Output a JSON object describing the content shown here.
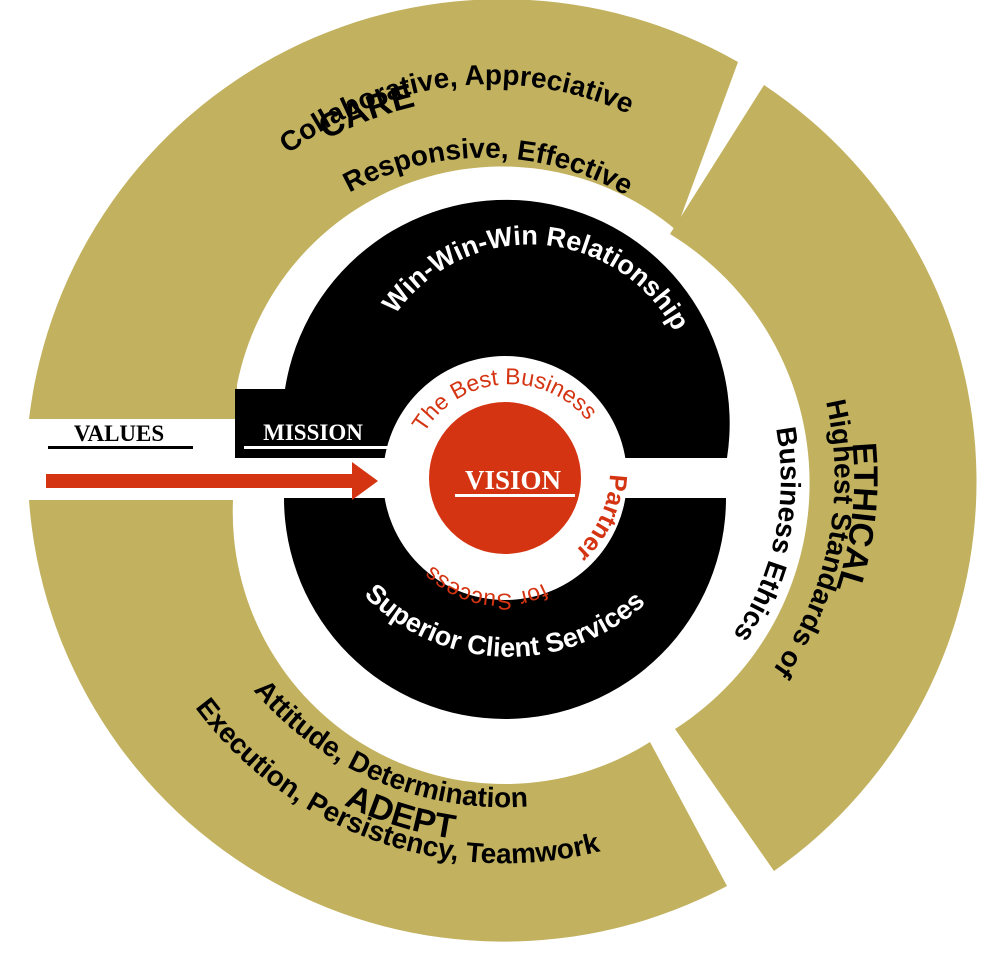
{
  "colors": {
    "olive": "#c2b15e",
    "black": "#000000",
    "white": "#ffffff",
    "red": "#d43411"
  },
  "values": {
    "label": "VALUES",
    "care": {
      "title": "CARE",
      "line1": "Collaborative, Appreciative",
      "line2": "Responsive, Effective"
    },
    "ethical": {
      "title": "ETHICAL",
      "line1": "Highest Standards of",
      "line2": "Business Ethics"
    },
    "adept": {
      "title": "ADEPT",
      "line1": "Attitude, Determination",
      "line2": "Execution, Persistency, Teamwork"
    }
  },
  "mission": {
    "label": "MISSION",
    "top": "Win-Win-Win Relationship",
    "bottom": "Superior Client Services"
  },
  "vision": {
    "label": "VISION",
    "arc_top": "The Best Business",
    "partner": "Partner",
    "for_success": "for Success"
  }
}
